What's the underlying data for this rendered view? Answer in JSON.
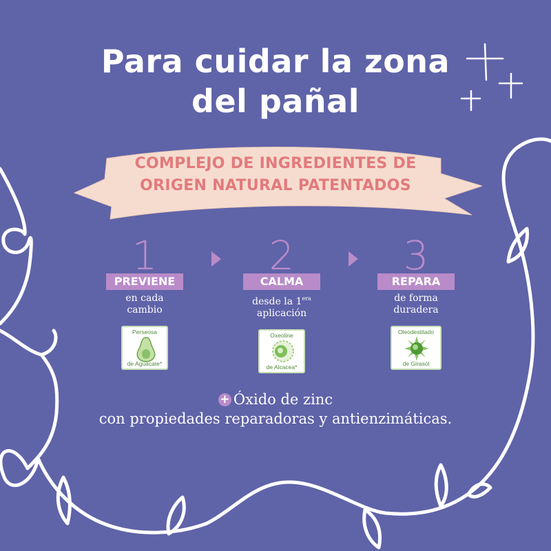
{
  "colors": {
    "background": "#5f63a8",
    "banner": "#f6dccf",
    "banner_text": "#e27a7c",
    "accent_purple": "#b98bc9",
    "badge_green": "#4f8a3a",
    "white": "#ffffff"
  },
  "title": {
    "line1": "Para cuidar la zona",
    "line2": "del pañal"
  },
  "banner": {
    "line1": "COMPLEJO DE INGREDIENTES DE",
    "line2": "ORIGEN NATURAL PATENTADOS"
  },
  "steps": [
    {
      "number": "1",
      "label": "PREVIENE",
      "desc_line1": "en cada",
      "desc_line2": "cambio",
      "badge": {
        "top": "Perseosa",
        "bottom": "de Aguacate*",
        "icon": "avocado-icon"
      }
    },
    {
      "number": "2",
      "label": "CALMA",
      "desc_line1": "desde la 1",
      "desc_sup": "era",
      "desc_line2": "aplicación",
      "badge": {
        "top": "Oxeoline",
        "bottom": "de Alcacea*",
        "icon": "alcacea-swirl-icon"
      }
    },
    {
      "number": "3",
      "label": "REPARA",
      "desc_line1": "de forma",
      "desc_line2": "duradera",
      "badge": {
        "top": "Oleodestilado",
        "bottom": "de Girasól",
        "icon": "sunflower-icon"
      }
    }
  ],
  "zinc": {
    "icon": "plus-circle-icon",
    "line1": "Óxido de zinc",
    "line2": "con propiedades reparadoras y antienzimáticas."
  }
}
